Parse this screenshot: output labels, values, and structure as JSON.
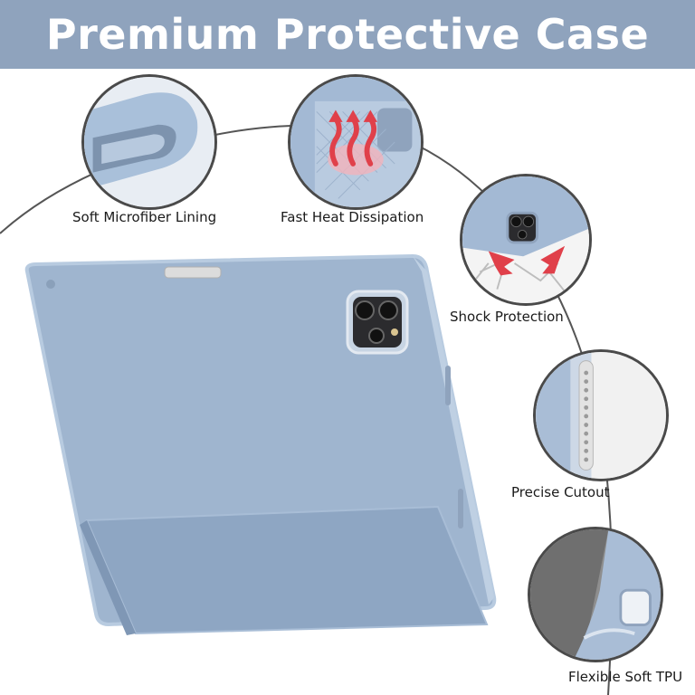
{
  "banner": {
    "title": "Premium Protective Case",
    "background_color": "#8fa3bd"
  },
  "features": [
    {
      "label": "Soft Microfiber Lining",
      "icon": "microfiber-fold-icon"
    },
    {
      "label": "Fast Heat Dissipation",
      "icon": "heat-waves-icon"
    },
    {
      "label": "Shock Protection",
      "icon": "impact-arrows-icon"
    },
    {
      "label": "Precise Cutout",
      "icon": "side-cutout-icon"
    },
    {
      "label": "Flexible Soft TPU",
      "icon": "bent-corner-icon"
    }
  ],
  "product": {
    "case_color": "#a3b9d4",
    "heat_arrow_color": "#e0404a"
  }
}
